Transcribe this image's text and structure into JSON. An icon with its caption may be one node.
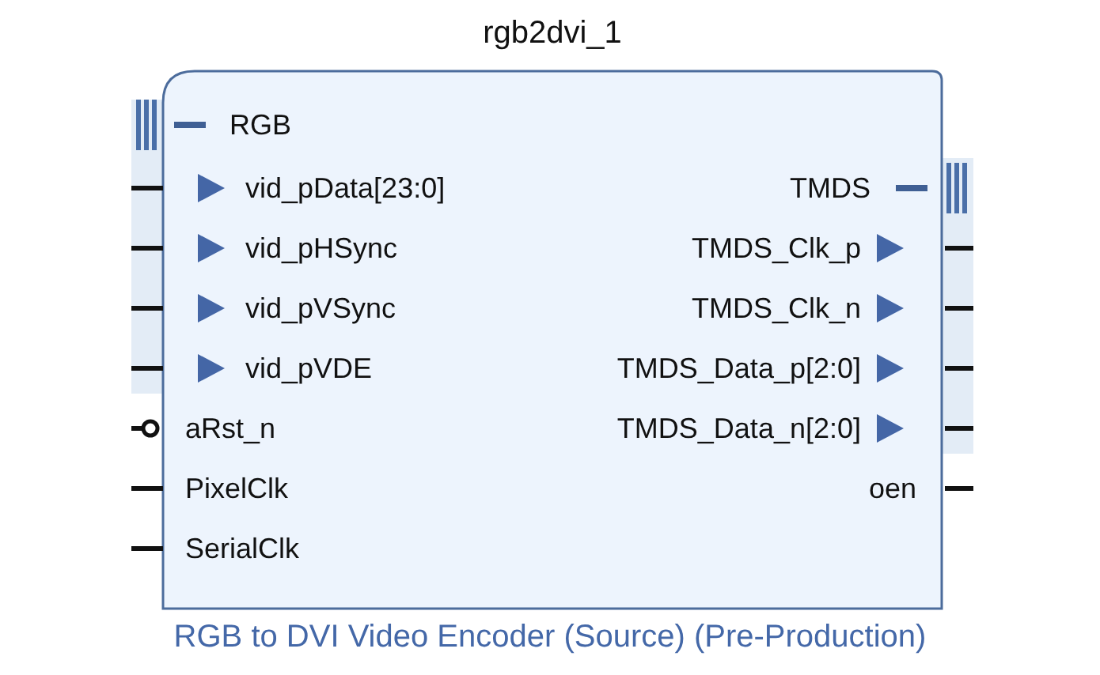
{
  "diagram": {
    "caption": "RGB to DVI Video Encoder (Source) (Pre-Production)",
    "nodes": [
      {
        "text": [
          "rgb2dvi_1"
        ]
      }
    ],
    "labels": [
      "RGB",
      "vid_pData[23:0]",
      "vid_pHSync",
      "vid_pVSync",
      "vid_pVDE",
      "aRst_n",
      "PixelClk",
      "SerialClk",
      "TMDS",
      "TMDS_Clk_p",
      "TMDS_Clk_n",
      "TMDS_Data_p[2:0]",
      "TMDS_Data_n[2:0]",
      "oen"
    ]
  }
}
